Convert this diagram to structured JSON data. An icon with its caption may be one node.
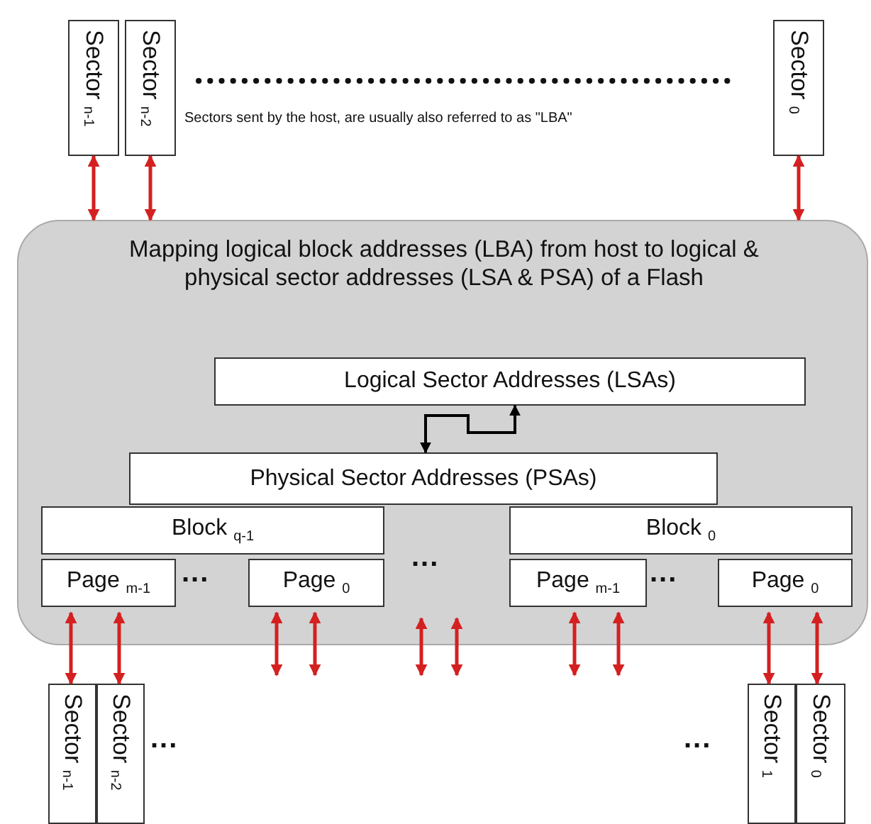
{
  "diagram": {
    "nodes": [
      {
        "text": [
          "Sector $_{n-1}$"
        ]
      },
      {
        "text": [
          "Sector $_{n-2}$"
        ]
      },
      {
        "text": [
          "Sector $_{0}$"
        ]
      },
      {
        "text": [
          "Mapping logical block addresses (LBA) from host to logical & physical sector addresses (LSA & PSA) of a Flash"
        ]
      },
      {
        "text": [
          "Logical Sector Addresses (LSAs)"
        ],
        "in": 3
      },
      {
        "text": [
          "Physical Sector Addresses (PSAs)"
        ],
        "in": 3
      },
      {
        "text": [
          "Block $_{q-1}$"
        ],
        "in": 3
      },
      {
        "text": [
          "Page $_{m-1}$"
        ],
        "in": 3
      },
      {
        "text": [
          "Page $_{0}$"
        ],
        "in": 3
      },
      {
        "text": [
          "Block $_{0}$"
        ],
        "in": 3
      },
      {
        "text": [
          "Page $_{m-1}$"
        ],
        "in": 3
      },
      {
        "text": [
          "Page $_{0}$"
        ],
        "in": 3
      },
      {
        "text": [
          "Sector $_{n-1}$"
        ]
      },
      {
        "text": [
          "Sector $_{n-2}$"
        ]
      },
      {
        "text": [
          "Sector $_{1}$"
        ]
      },
      {
        "text": [
          "Sector $_{0}$"
        ]
      }
    ],
    "edges": [
      {
        "from": 0,
        "to": 3,
        "arrow": "both"
      },
      {
        "from": 1,
        "to": 3,
        "arrow": "both"
      },
      {
        "from": 2,
        "to": 3,
        "arrow": "both"
      },
      {
        "from": 4,
        "to": 5,
        "arrow": "both",
        "color": "#000000"
      },
      {
        "from": 7,
        "to": 12,
        "arrow": "both"
      },
      {
        "from": 7,
        "to": 13,
        "arrow": "both"
      },
      {
        "from": 8,
        "to": null,
        "arrow": "both"
      },
      {
        "from": 8,
        "to": null,
        "arrow": "both"
      },
      {
        "from": 3,
        "to": null,
        "arrow": "both"
      },
      {
        "from": 3,
        "to": null,
        "arrow": "both"
      },
      {
        "from": 10,
        "to": null,
        "arrow": "both"
      },
      {
        "from": 10,
        "to": null,
        "arrow": "both"
      },
      {
        "from": 11,
        "to": 14,
        "arrow": "both"
      },
      {
        "from": 11,
        "to": 15,
        "arrow": "both"
      }
    ],
    "labels": [
      "Sectors sent by the host, are usually also referred to as \"LBA\"",
      "...",
      "...",
      "...",
      "...",
      "..."
    ]
  }
}
